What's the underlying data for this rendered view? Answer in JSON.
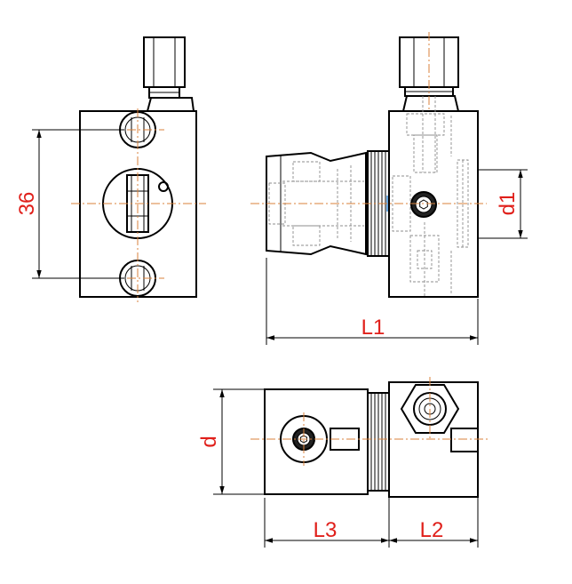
{
  "dimensions": {
    "d36": "36",
    "d1": "d1",
    "L1": "L1",
    "d": "d",
    "L3": "L3",
    "L2": "L2"
  },
  "colors": {
    "outline": "#000000",
    "hidden_line": "#8c8c8c",
    "center_line": "#d9823b",
    "dimension_text": "#e0201b"
  }
}
